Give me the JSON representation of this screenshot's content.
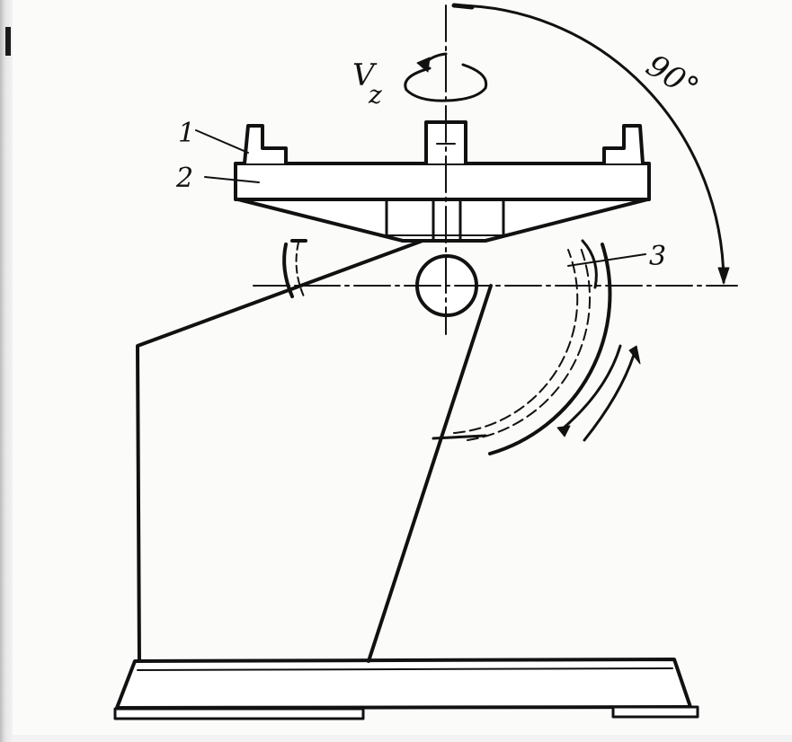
{
  "figure": {
    "labels": {
      "part_1": "1",
      "part_2": "2",
      "part_3": "3",
      "axis_label": "V",
      "axis_subscript": "z",
      "angle": "90°"
    },
    "colors": {
      "ink": "#111111",
      "paper": "#fbfbf9"
    }
  }
}
